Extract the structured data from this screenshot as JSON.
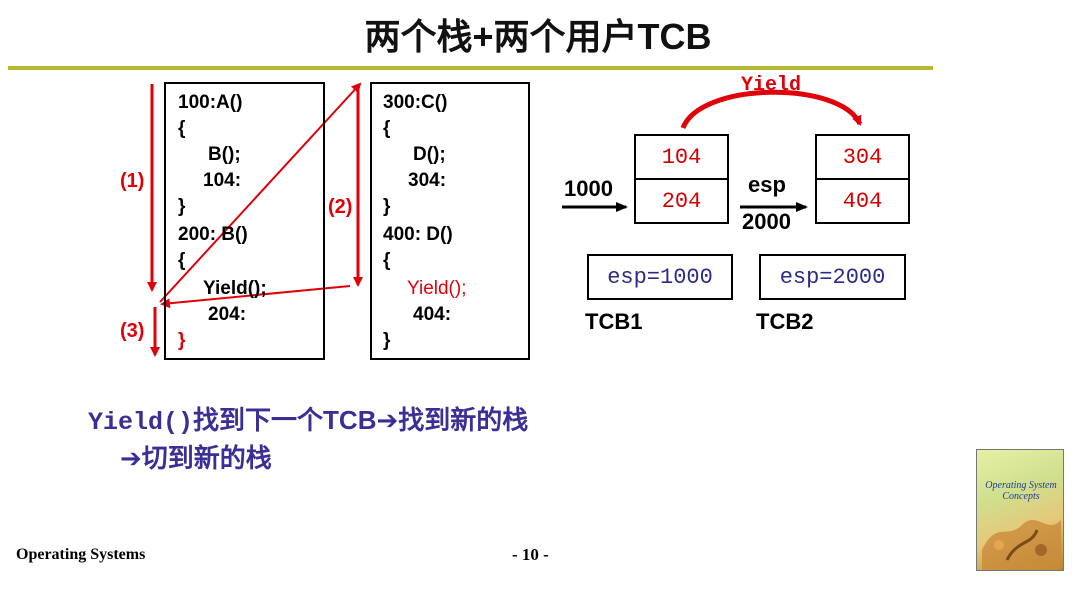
{
  "title": "两个栈+两个用户TCB",
  "stack1": {
    "lines": [
      "100:A()",
      "{",
      "B();",
      "104:",
      "}",
      "200: B()",
      "{",
      "Yield();",
      "204:",
      "}"
    ]
  },
  "stack2": {
    "lines": [
      "300:C()",
      "{",
      "D();",
      "304:",
      "}",
      "400: D()",
      "{",
      "Yield();",
      "404:",
      "}"
    ]
  },
  "steps": {
    "step1": "(1)",
    "step2": "(2)",
    "step3": "(3)"
  },
  "diagram": {
    "yield_label": "Yield",
    "left_label": "1000",
    "esp_label": "esp",
    "esp_value": "2000",
    "stack_a": [
      "104",
      "204"
    ],
    "stack_b": [
      "304",
      "404"
    ],
    "tcb1": {
      "content": "esp=1000",
      "name": "TCB1"
    },
    "tcb2": {
      "content": "esp=2000",
      "name": "TCB2"
    }
  },
  "description": {
    "line1_code": "Yield()",
    "line1_text": "找到下一个TCB➔找到新的栈",
    "line2": "➔切到新的栈"
  },
  "footer": {
    "left": "Operating Systems",
    "center": "- 10 -"
  },
  "cover": {
    "text": "Operating System Concepts"
  },
  "colors": {
    "accent_red": "#e0000a",
    "rule": "#b9b92f",
    "text_blue": "#3a2f97"
  }
}
